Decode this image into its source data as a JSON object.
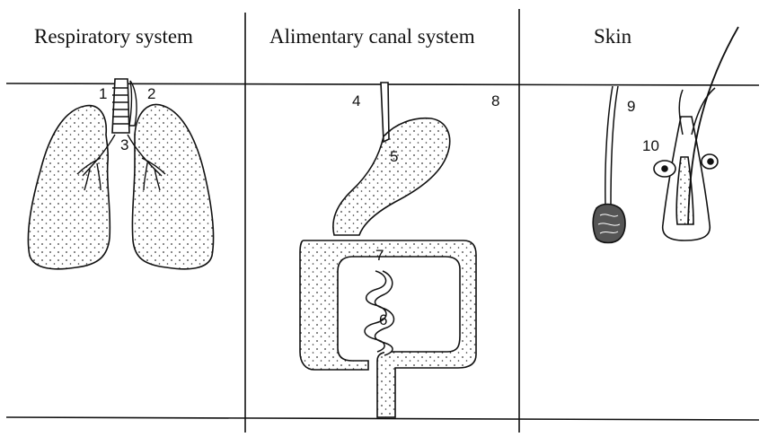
{
  "columns": [
    {
      "heading": "Respiratory system"
    },
    {
      "heading": "Alimentary canal system"
    },
    {
      "heading": "Skin"
    }
  ],
  "labels": [
    "1",
    "2",
    "3",
    "4",
    "5",
    "6",
    "7",
    "8",
    "9",
    "10"
  ]
}
